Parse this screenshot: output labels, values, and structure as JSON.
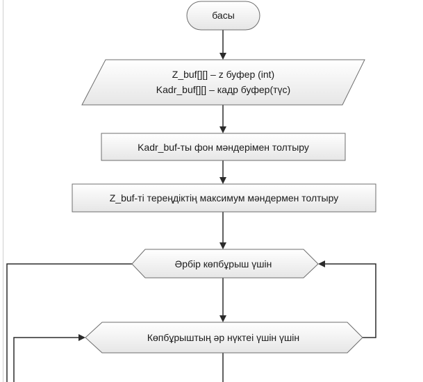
{
  "flowchart": {
    "start": {
      "label": "басы"
    },
    "io": {
      "line1": "Z_buf[][] – z буфер (int)",
      "line2": "Kadr_buf[][] – кадр буфер(түс)"
    },
    "process_fill_frame": {
      "label": "Kadr_buf-ты фон мәндерімен толтыру"
    },
    "process_fill_z": {
      "label": "Z_buf-ті тереңдіктің максимум мәндермен толтыру"
    },
    "loop_polygons": {
      "label": "Әрбір көпбұрыш үшін"
    },
    "loop_points": {
      "label": "Көпбұрыштың әр нүктеі үшін үшін"
    }
  }
}
